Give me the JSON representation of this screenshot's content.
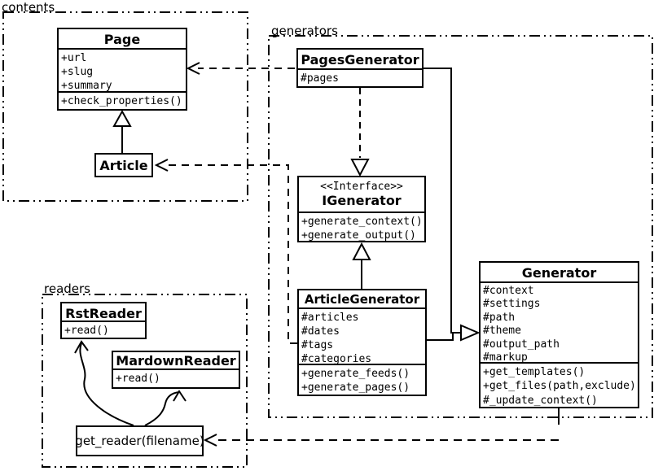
{
  "diagram": {
    "kind": "uml-class-diagram",
    "colors": {
      "line": "#000000",
      "background": "#ffffff",
      "box_fill": "#ffffff"
    },
    "packages": {
      "contents": {
        "label": "contents"
      },
      "generators": {
        "label": "generators"
      },
      "readers": {
        "label": "readers"
      }
    },
    "classes": {
      "page": {
        "name": "Page",
        "attributes": [
          "+url",
          "+slug",
          "+summary"
        ],
        "methods": [
          "+check_properties()"
        ]
      },
      "article": {
        "name": "Article"
      },
      "pages_generator": {
        "name": "PagesGenerator",
        "attributes": [
          "#pages"
        ]
      },
      "igenerator": {
        "stereotype": "<<Interface>>",
        "name": "IGenerator",
        "methods": [
          "+generate_context()",
          "+generate_output()"
        ]
      },
      "article_generator": {
        "name": "ArticleGenerator",
        "attributes": [
          "#articles",
          "#dates",
          "#tags",
          "#categories"
        ],
        "methods": [
          "+generate_feeds()",
          "+generate_pages()"
        ]
      },
      "generator": {
        "name": "Generator",
        "attributes": [
          "#context",
          "#settings",
          "#path",
          "#theme",
          "#output_path",
          "#markup"
        ],
        "methods": [
          "+get_templates()",
          "+get_files(path,exclude)",
          "#_update_context()"
        ]
      },
      "rst_reader": {
        "name": "RstReader",
        "methods": [
          "+read()"
        ]
      },
      "mardown_reader": {
        "name": "MardownReader",
        "methods": [
          "+read()"
        ]
      },
      "get_reader": {
        "label": "get_reader(filename)"
      }
    },
    "relationships": [
      {
        "from": "Article",
        "to": "Page",
        "type": "generalization"
      },
      {
        "from": "PagesGenerator",
        "to": "Page",
        "type": "dependency"
      },
      {
        "from": "ArticleGenerator",
        "to": "Article",
        "type": "dependency"
      },
      {
        "from": "PagesGenerator",
        "to": "IGenerator",
        "type": "realization"
      },
      {
        "from": "ArticleGenerator",
        "to": "IGenerator",
        "type": "generalization"
      },
      {
        "from": "PagesGenerator",
        "to": "Generator",
        "type": "generalization"
      },
      {
        "from": "ArticleGenerator",
        "to": "Generator",
        "type": "generalization"
      },
      {
        "from": "Generator",
        "to": "get_reader(filename)",
        "type": "dependency"
      },
      {
        "from": "get_reader(filename)",
        "to": "RstReader",
        "type": "arrow"
      },
      {
        "from": "get_reader(filename)",
        "to": "MardownReader",
        "type": "arrow"
      }
    ]
  }
}
